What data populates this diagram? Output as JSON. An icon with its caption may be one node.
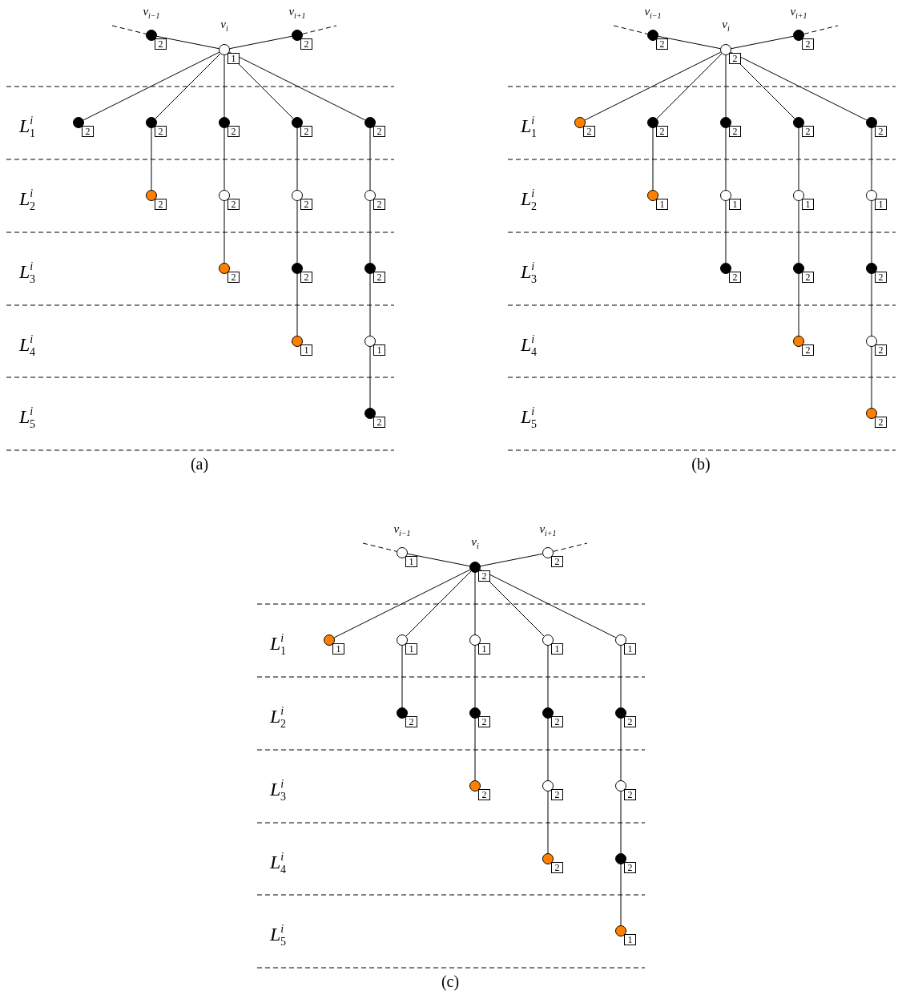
{
  "diagram": {
    "nodes": [
      {
        "text": [],
        "shape": "circle",
        "beside": [
          "v$_{i−1}$",
          "2"
        ]
      },
      {
        "text": [],
        "shape": "circle",
        "beside": [
          "v$_{i}$",
          "1"
        ]
      },
      {
        "text": [],
        "shape": "circle",
        "beside": [
          "v$_{i+1}$",
          "2"
        ]
      },
      {
        "text": [],
        "shape": "circle",
        "beside": [
          "2"
        ]
      },
      {
        "text": [],
        "shape": "circle",
        "beside": [
          "2"
        ]
      },
      {
        "text": [],
        "shape": "circle",
        "beside": [
          "2"
        ]
      },
      {
        "text": [],
        "shape": "circle",
        "beside": [
          "2"
        ]
      },
      {
        "text": [],
        "shape": "circle",
        "beside": [
          "2"
        ]
      },
      {
        "text": [],
        "shape": "circle",
        "beside": [
          "2"
        ]
      },
      {
        "text": [],
        "shape": "circle",
        "beside": [
          "2"
        ]
      },
      {
        "text": [],
        "shape": "circle",
        "beside": [
          "2"
        ]
      },
      {
        "text": [],
        "shape": "circle",
        "beside": [
          "2"
        ]
      },
      {
        "text": [],
        "shape": "circle",
        "beside": [
          "2"
        ]
      },
      {
        "text": [],
        "shape": "circle",
        "beside": [
          "2"
        ]
      },
      {
        "text": [],
        "shape": "circle",
        "beside": [
          "2"
        ]
      },
      {
        "text": [],
        "shape": "circle",
        "beside": [
          "1"
        ]
      },
      {
        "text": [],
        "shape": "circle",
        "beside": [
          "1"
        ]
      },
      {
        "text": [],
        "shape": "circle",
        "beside": [
          "2"
        ]
      },
      {
        "text": [],
        "shape": "circle",
        "beside": [
          "v$_{i−1}$",
          "2"
        ]
      },
      {
        "text": [],
        "shape": "circle",
        "beside": [
          "v$_{i}$",
          "2"
        ]
      },
      {
        "text": [],
        "shape": "circle",
        "beside": [
          "v$_{i+1}$",
          "2"
        ]
      },
      {
        "text": [],
        "shape": "circle",
        "beside": [
          "2"
        ]
      },
      {
        "text": [],
        "shape": "circle",
        "beside": [
          "2"
        ]
      },
      {
        "text": [],
        "shape": "circle",
        "beside": [
          "2"
        ]
      },
      {
        "text": [],
        "shape": "circle",
        "beside": [
          "2"
        ]
      },
      {
        "text": [],
        "shape": "circle",
        "beside": [
          "2"
        ]
      },
      {
        "text": [],
        "shape": "circle",
        "beside": [
          "1"
        ]
      },
      {
        "text": [],
        "shape": "circle",
        "beside": [
          "1"
        ]
      },
      {
        "text": [],
        "shape": "circle",
        "beside": [
          "1"
        ]
      },
      {
        "text": [],
        "shape": "circle",
        "beside": [
          "1"
        ]
      },
      {
        "text": [],
        "shape": "circle",
        "beside": [
          "2"
        ]
      },
      {
        "text": [],
        "shape": "circle",
        "beside": [
          "2"
        ]
      },
      {
        "text": [],
        "shape": "circle",
        "beside": [
          "2"
        ]
      },
      {
        "text": [],
        "shape": "circle",
        "beside": [
          "2"
        ]
      },
      {
        "text": [],
        "shape": "circle",
        "beside": [
          "2"
        ]
      },
      {
        "text": [],
        "shape": "circle",
        "beside": [
          "2"
        ]
      },
      {
        "text": [],
        "shape": "circle",
        "beside": [
          "v$_{i−1}$",
          "1"
        ]
      },
      {
        "text": [],
        "shape": "circle",
        "beside": [
          "v$_{i}$",
          "2"
        ]
      },
      {
        "text": [],
        "shape": "circle",
        "beside": [
          "v$_{i+1}$",
          "2"
        ]
      },
      {
        "text": [],
        "shape": "circle",
        "beside": [
          "1"
        ]
      },
      {
        "text": [],
        "shape": "circle",
        "beside": [
          "1"
        ]
      },
      {
        "text": [],
        "shape": "circle",
        "beside": [
          "1"
        ]
      },
      {
        "text": [],
        "shape": "circle",
        "beside": [
          "1"
        ]
      },
      {
        "text": [],
        "shape": "circle",
        "beside": [
          "1"
        ]
      },
      {
        "text": [],
        "shape": "circle",
        "beside": [
          "2"
        ]
      },
      {
        "text": [],
        "shape": "circle",
        "beside": [
          "2"
        ]
      },
      {
        "text": [],
        "shape": "circle",
        "beside": [
          "2"
        ]
      },
      {
        "text": [],
        "shape": "circle",
        "beside": [
          "2"
        ]
      },
      {
        "text": [],
        "shape": "circle",
        "beside": [
          "2"
        ]
      },
      {
        "text": [],
        "shape": "circle",
        "beside": [
          "2"
        ]
      },
      {
        "text": [],
        "shape": "circle",
        "beside": [
          "2"
        ]
      },
      {
        "text": [],
        "shape": "circle",
        "beside": [
          "2"
        ]
      },
      {
        "text": [],
        "shape": "circle",
        "beside": [
          "2"
        ]
      },
      {
        "text": [],
        "shape": "circle",
        "beside": [
          "1"
        ]
      }
    ],
    "edges": [
      {
        "from": null,
        "to": 0,
        "arrow": "none",
        "style": "dashed"
      },
      {
        "from": 0,
        "to": 1,
        "arrow": "none"
      },
      {
        "from": 1,
        "to": 2,
        "arrow": "none"
      },
      {
        "from": 2,
        "to": null,
        "arrow": "none",
        "style": "dashed"
      },
      {
        "from": 1,
        "to": 3,
        "arrow": "none"
      },
      {
        "from": 1,
        "to": 4,
        "arrow": "none"
      },
      {
        "from": 1,
        "to": 5,
        "arrow": "none"
      },
      {
        "from": 1,
        "to": 6,
        "arrow": "none"
      },
      {
        "from": 1,
        "to": 7,
        "arrow": "none"
      },
      {
        "from": 4,
        "to": 8,
        "arrow": "none"
      },
      {
        "from": 5,
        "to": 9,
        "arrow": "none"
      },
      {
        "from": 9,
        "to": 12,
        "arrow": "none"
      },
      {
        "from": 6,
        "to": 10,
        "arrow": "none"
      },
      {
        "from": 10,
        "to": 13,
        "arrow": "none"
      },
      {
        "from": 13,
        "to": 15,
        "arrow": "none"
      },
      {
        "from": 7,
        "to": 11,
        "arrow": "none"
      },
      {
        "from": 11,
        "to": 14,
        "arrow": "none"
      },
      {
        "from": 14,
        "to": 16,
        "arrow": "none"
      },
      {
        "from": 16,
        "to": 17,
        "arrow": "none"
      },
      {
        "from": null,
        "to": 18,
        "arrow": "none",
        "style": "dashed"
      },
      {
        "from": 18,
        "to": 19,
        "arrow": "none"
      },
      {
        "from": 19,
        "to": 20,
        "arrow": "none"
      },
      {
        "from": 20,
        "to": null,
        "arrow": "none",
        "style": "dashed"
      },
      {
        "from": 19,
        "to": 21,
        "arrow": "none"
      },
      {
        "from": 19,
        "to": 22,
        "arrow": "none"
      },
      {
        "from": 19,
        "to": 23,
        "arrow": "none"
      },
      {
        "from": 19,
        "to": 24,
        "arrow": "none"
      },
      {
        "from": 19,
        "to": 25,
        "arrow": "none"
      },
      {
        "from": 22,
        "to": 26,
        "arrow": "none"
      },
      {
        "from": 23,
        "to": 27,
        "arrow": "none"
      },
      {
        "from": 27,
        "to": 30,
        "arrow": "none"
      },
      {
        "from": 24,
        "to": 28,
        "arrow": "none"
      },
      {
        "from": 28,
        "to": 31,
        "arrow": "none"
      },
      {
        "from": 31,
        "to": 33,
        "arrow": "none"
      },
      {
        "from": 25,
        "to": 29,
        "arrow": "none"
      },
      {
        "from": 29,
        "to": 32,
        "arrow": "none"
      },
      {
        "from": 32,
        "to": 34,
        "arrow": "none"
      },
      {
        "from": 34,
        "to": 35,
        "arrow": "none"
      },
      {
        "from": null,
        "to": 36,
        "arrow": "none",
        "style": "dashed"
      },
      {
        "from": 36,
        "to": 37,
        "arrow": "none"
      },
      {
        "from": 37,
        "to": 38,
        "arrow": "none"
      },
      {
        "from": 38,
        "to": null,
        "arrow": "none",
        "style": "dashed"
      },
      {
        "from": 37,
        "to": 39,
        "arrow": "none"
      },
      {
        "from": 37,
        "to": 40,
        "arrow": "none"
      },
      {
        "from": 37,
        "to": 41,
        "arrow": "none"
      },
      {
        "from": 37,
        "to": 42,
        "arrow": "none"
      },
      {
        "from": 37,
        "to": 43,
        "arrow": "none"
      },
      {
        "from": 40,
        "to": 44,
        "arrow": "none"
      },
      {
        "from": 41,
        "to": 45,
        "arrow": "none"
      },
      {
        "from": 45,
        "to": 48,
        "arrow": "none"
      },
      {
        "from": 42,
        "to": 46,
        "arrow": "none"
      },
      {
        "from": 46,
        "to": 49,
        "arrow": "none"
      },
      {
        "from": 49,
        "to": 51,
        "arrow": "none"
      },
      {
        "from": 43,
        "to": 47,
        "arrow": "none"
      },
      {
        "from": 47,
        "to": 50,
        "arrow": "none"
      },
      {
        "from": 50,
        "to": 52,
        "arrow": "none"
      },
      {
        "from": 52,
        "to": 53,
        "arrow": "none"
      }
    ],
    "labels": [
      "L$^{i}$$_{1}$",
      "L$^{i}$$_{2}$",
      "L$^{i}$$_{3}$",
      "L$^{i}$$_{4}$",
      "L$^{i}$$_{5}$",
      "(a)",
      "L$^{i}$$_{1}$",
      "L$^{i}$$_{2}$",
      "L$^{i}$$_{3}$",
      "L$^{i}$$_{4}$",
      "L$^{i}$$_{5}$",
      "(b)",
      "L$^{i}$$_{1}$",
      "L$^{i}$$_{2}$",
      "L$^{i}$$_{3}$",
      "L$^{i}$$_{4}$",
      "L$^{i}$$_{5}$",
      "(c)"
    ]
  }
}
